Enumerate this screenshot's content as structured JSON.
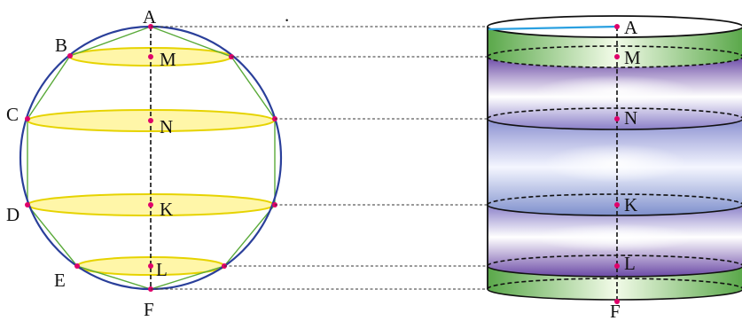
{
  "sphere_labels": {
    "A": "A",
    "B": "B",
    "C": "C",
    "D": "D",
    "E": "E",
    "F": "F",
    "M": "M",
    "N": "N",
    "K": "K",
    "L": "L"
  },
  "cylinder_labels": {
    "A": "A",
    "M": "M",
    "N": "N",
    "K": "K",
    "L": "L",
    "F": "F"
  },
  "colors": {
    "circle": "#2a3f9a",
    "polygon": "#5aaa3a",
    "band_fill": "#fff6a8",
    "band_stroke": "#e6d300",
    "point": "#e0006a",
    "cyl_green": "#5aa84a",
    "cyl_purple": "#6b4aa6",
    "cyl_blue": "#7e8fcc",
    "radius_line": "#2aa0e0"
  },
  "stray_mark": "."
}
